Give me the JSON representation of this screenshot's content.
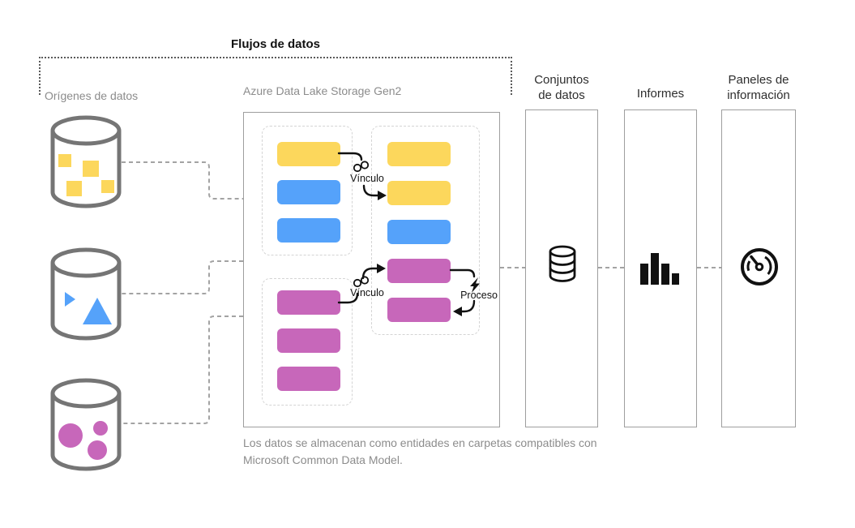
{
  "colors": {
    "yellow": "#FCD75C",
    "blue": "#55A2FA",
    "pink": "#C767BA",
    "box_border": "#9E9E9E",
    "dashed_group_border": "#D4D4D4",
    "connector_gray": "#A3A3A3",
    "bracket_dots": "#5A5A5A",
    "cylinder_stroke": "#757575",
    "gray_label": "#8C8C8C",
    "dark_label": "#2E2E2E",
    "arrow_black": "#111111"
  },
  "header": {
    "dataflows_title": "Flujos de datos"
  },
  "sources": {
    "label": "Orígenes de datos",
    "cylinders": [
      {
        "name": "yellow-squares-source",
        "content": "squares",
        "color": "yellow"
      },
      {
        "name": "blue-triangles-source",
        "content": "triangles",
        "color": "blue"
      },
      {
        "name": "pink-circles-source",
        "content": "circles",
        "color": "pink"
      }
    ]
  },
  "storage": {
    "label": "Azure Data Lake Storage Gen2",
    "left_top_entities": [
      "yellow",
      "blue",
      "blue"
    ],
    "left_bottom_entities": [
      "pink",
      "pink",
      "pink"
    ],
    "right_entities": [
      "yellow",
      "yellow",
      "blue",
      "pink",
      "pink"
    ],
    "link_label": "Vínculo",
    "process_label": "Proceso",
    "icons": [
      "link-icon",
      "link-icon",
      "lightning-icon"
    ],
    "caption_line1": "Los datos se almacenan como entidades en carpetas compatibles con",
    "caption_line2": "Microsoft Common Data Model."
  },
  "outputs": [
    {
      "label_line1": "Conjuntos",
      "label_line2": "de datos",
      "icon": "database-icon"
    },
    {
      "label_line1": "Informes",
      "label_line2": "",
      "icon": "bar-chart-icon"
    },
    {
      "label_line1": "Paneles de",
      "label_line2": "información",
      "icon": "gauge-icon"
    }
  ]
}
